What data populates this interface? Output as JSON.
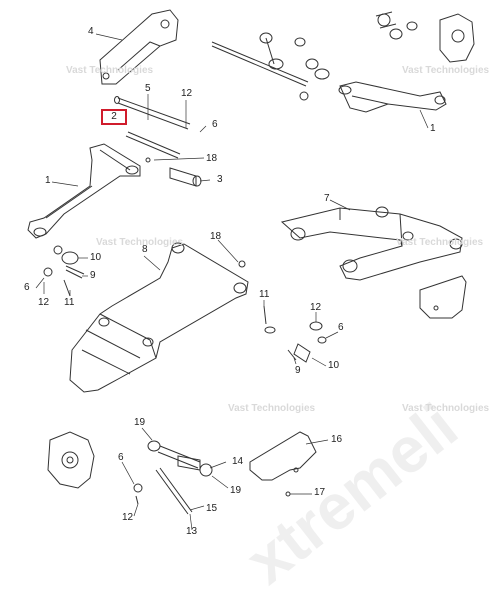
{
  "diagram": {
    "watermark_text": "xtremeli",
    "credit_text": "Vast Technologies",
    "highlighted_callout": "2",
    "callouts": [
      "4",
      "5",
      "12",
      "6",
      "18",
      "3",
      "1",
      "7",
      "10",
      "9",
      "11",
      "8",
      "19",
      "14",
      "15",
      "13",
      "16",
      "17"
    ]
  },
  "colors": {
    "line": "#333333",
    "highlight": "#d01c2c",
    "watermark": "#d9d9d9"
  }
}
